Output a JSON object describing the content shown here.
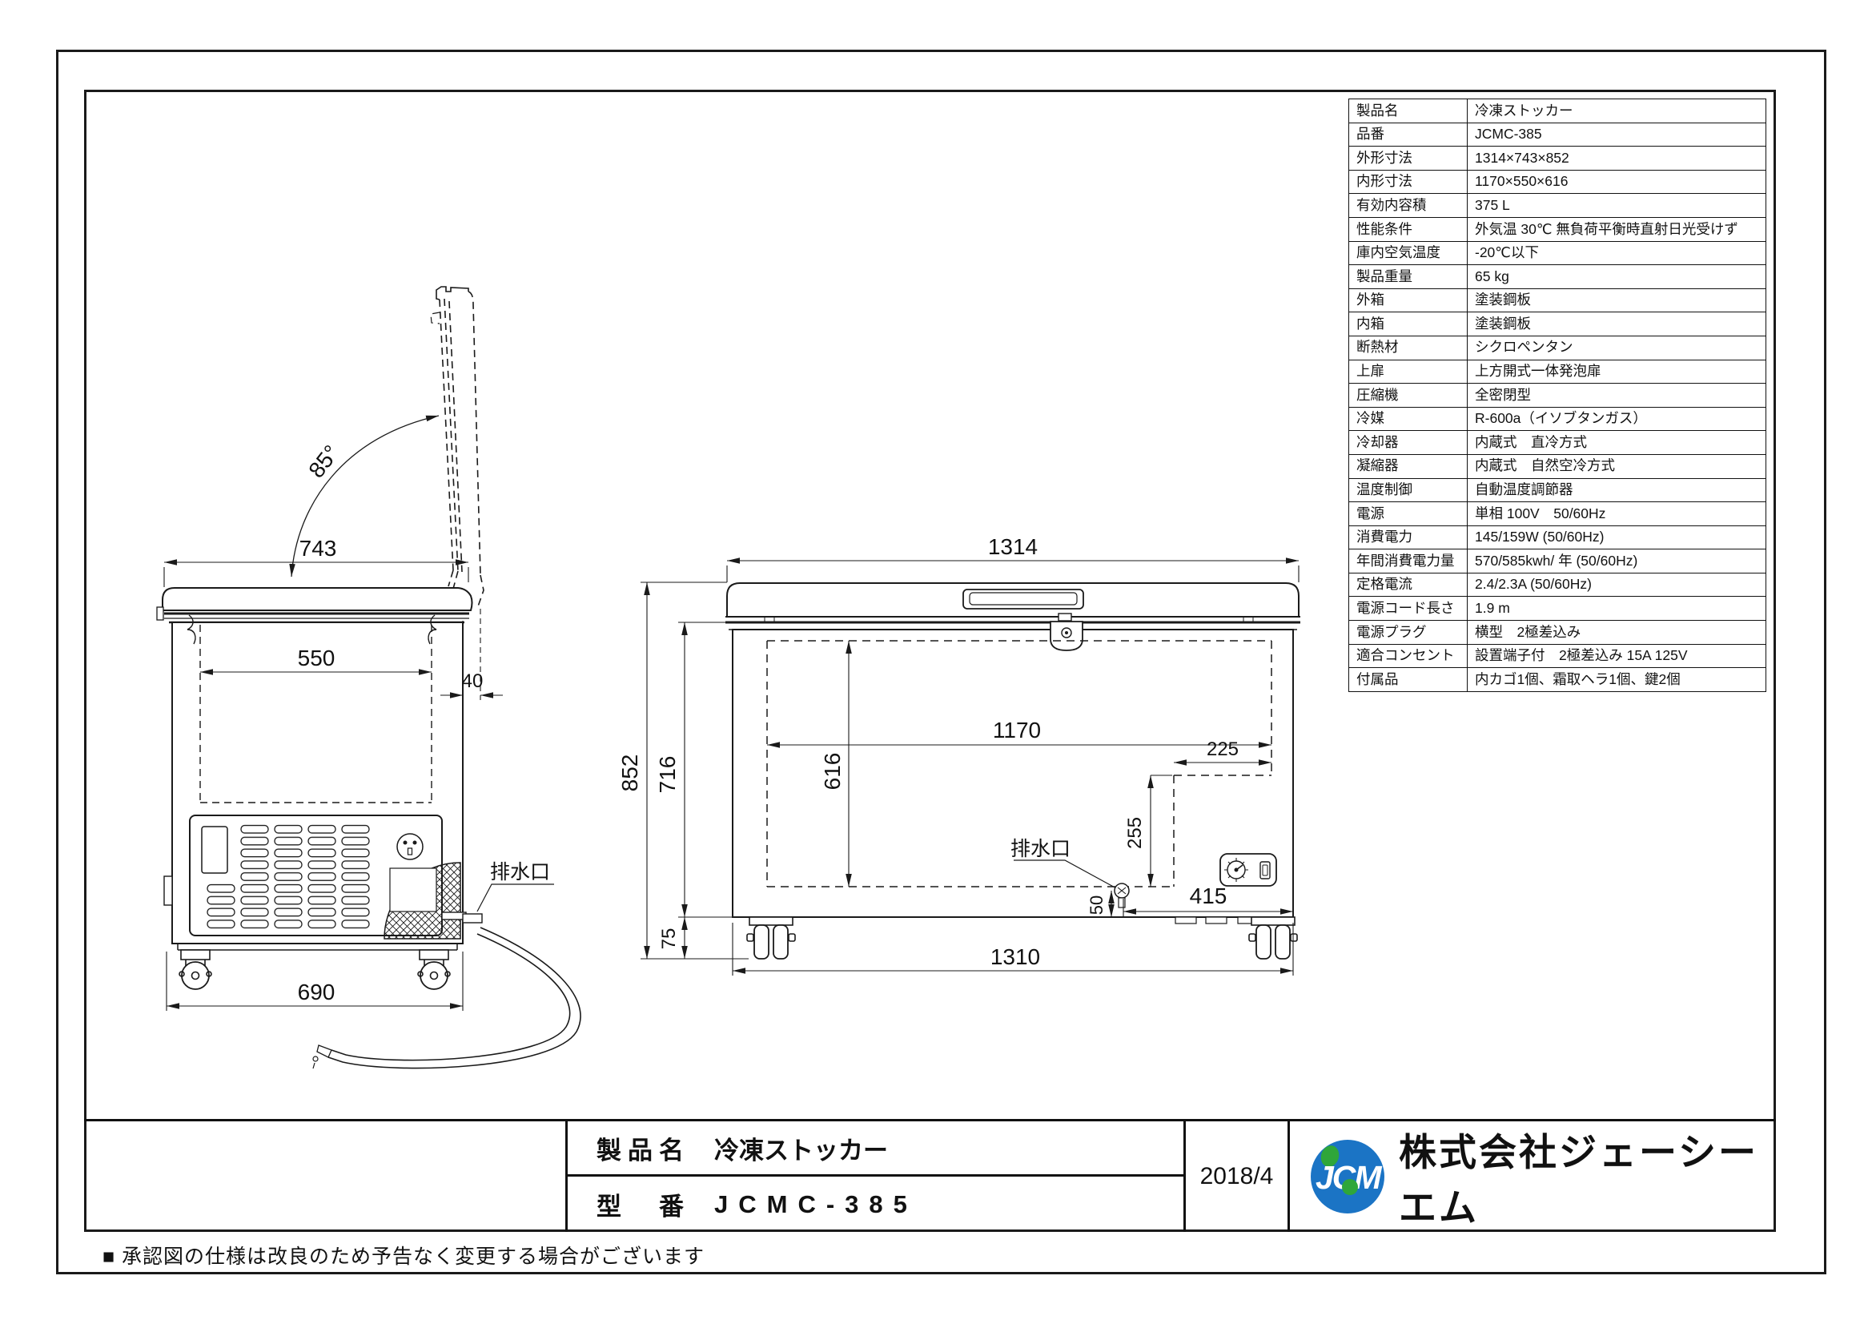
{
  "spec": {
    "rows": [
      {
        "l": "製品名",
        "v": "冷凍ストッカー"
      },
      {
        "l": "品番",
        "v": "JCMC-385"
      },
      {
        "l": "外形寸法",
        "v": "1314×743×852"
      },
      {
        "l": "内形寸法",
        "v": "1170×550×616"
      },
      {
        "l": "有効内容積",
        "v": "375 L"
      },
      {
        "l": "性能条件",
        "v": "外気温 30℃ 無負荷平衡時直射日光受けず"
      },
      {
        "l": "庫内空気温度",
        "v": "-20℃以下"
      },
      {
        "l": "製品重量",
        "v": "65 kg"
      },
      {
        "l": "外箱",
        "v": "塗装鋼板"
      },
      {
        "l": "内箱",
        "v": "塗装鋼板"
      },
      {
        "l": "断熱材",
        "v": "シクロペンタン"
      },
      {
        "l": "上扉",
        "v": "上方開式一体発泡扉"
      },
      {
        "l": "圧縮機",
        "v": "全密閉型"
      },
      {
        "l": "冷媒",
        "v": "R-600a（イソブタンガス）"
      },
      {
        "l": "冷却器",
        "v": "内蔵式　直冷方式"
      },
      {
        "l": "凝縮器",
        "v": "内蔵式　自然空冷方式"
      },
      {
        "l": "温度制御",
        "v": "自動温度調節器"
      },
      {
        "l": "電源",
        "v": "単相 100V　50/60Hz"
      },
      {
        "l": "消費電力",
        "v": "145/159W (50/60Hz)"
      },
      {
        "l": "年間消費電力量",
        "v": "570/585kwh/ 年 (50/60Hz)"
      },
      {
        "l": "定格電流",
        "v": "2.4/2.3A (50/60Hz)"
      },
      {
        "l": "電源コード長さ",
        "v": "1.9 m"
      },
      {
        "l": "電源プラグ",
        "v": "横型　2極差込み"
      },
      {
        "l": "適合コンセント",
        "v": "設置端子付　2極差込み 15A 125V"
      },
      {
        "l": "付属品",
        "v": "内カゴ1個、霜取ヘラ1個、鍵2個"
      }
    ]
  },
  "dims": {
    "s_depth": "743",
    "s_inner": "550",
    "s_gap": "40",
    "s_base": "690",
    "s_angle": "85°",
    "f_width": "1314",
    "f_inner_w": "1170",
    "f_inner_h": "616",
    "f_height": "852",
    "f_body_h": "716",
    "f_caster": "75",
    "f_base": "1310",
    "f_step_w": "225",
    "f_step_h": "255",
    "f_drain_h": "50",
    "f_drain_x": "415",
    "drain_label": "排水口"
  },
  "title_block": {
    "product_label": "製品名",
    "product_value": "冷凍ストッカー",
    "model_label": "型　番",
    "model_value": "JCMC-385",
    "date": "2018/4"
  },
  "logo": {
    "text": "JCM",
    "company": "株式会社ジェーシーエム"
  },
  "colors": {
    "logo_blue": "#1b74c5",
    "logo_green": "#2fa63a",
    "line_color": "#1a1a1a"
  },
  "footnote": "■ 承認図の仕様は改良のため予告なく変更する場合がございます"
}
